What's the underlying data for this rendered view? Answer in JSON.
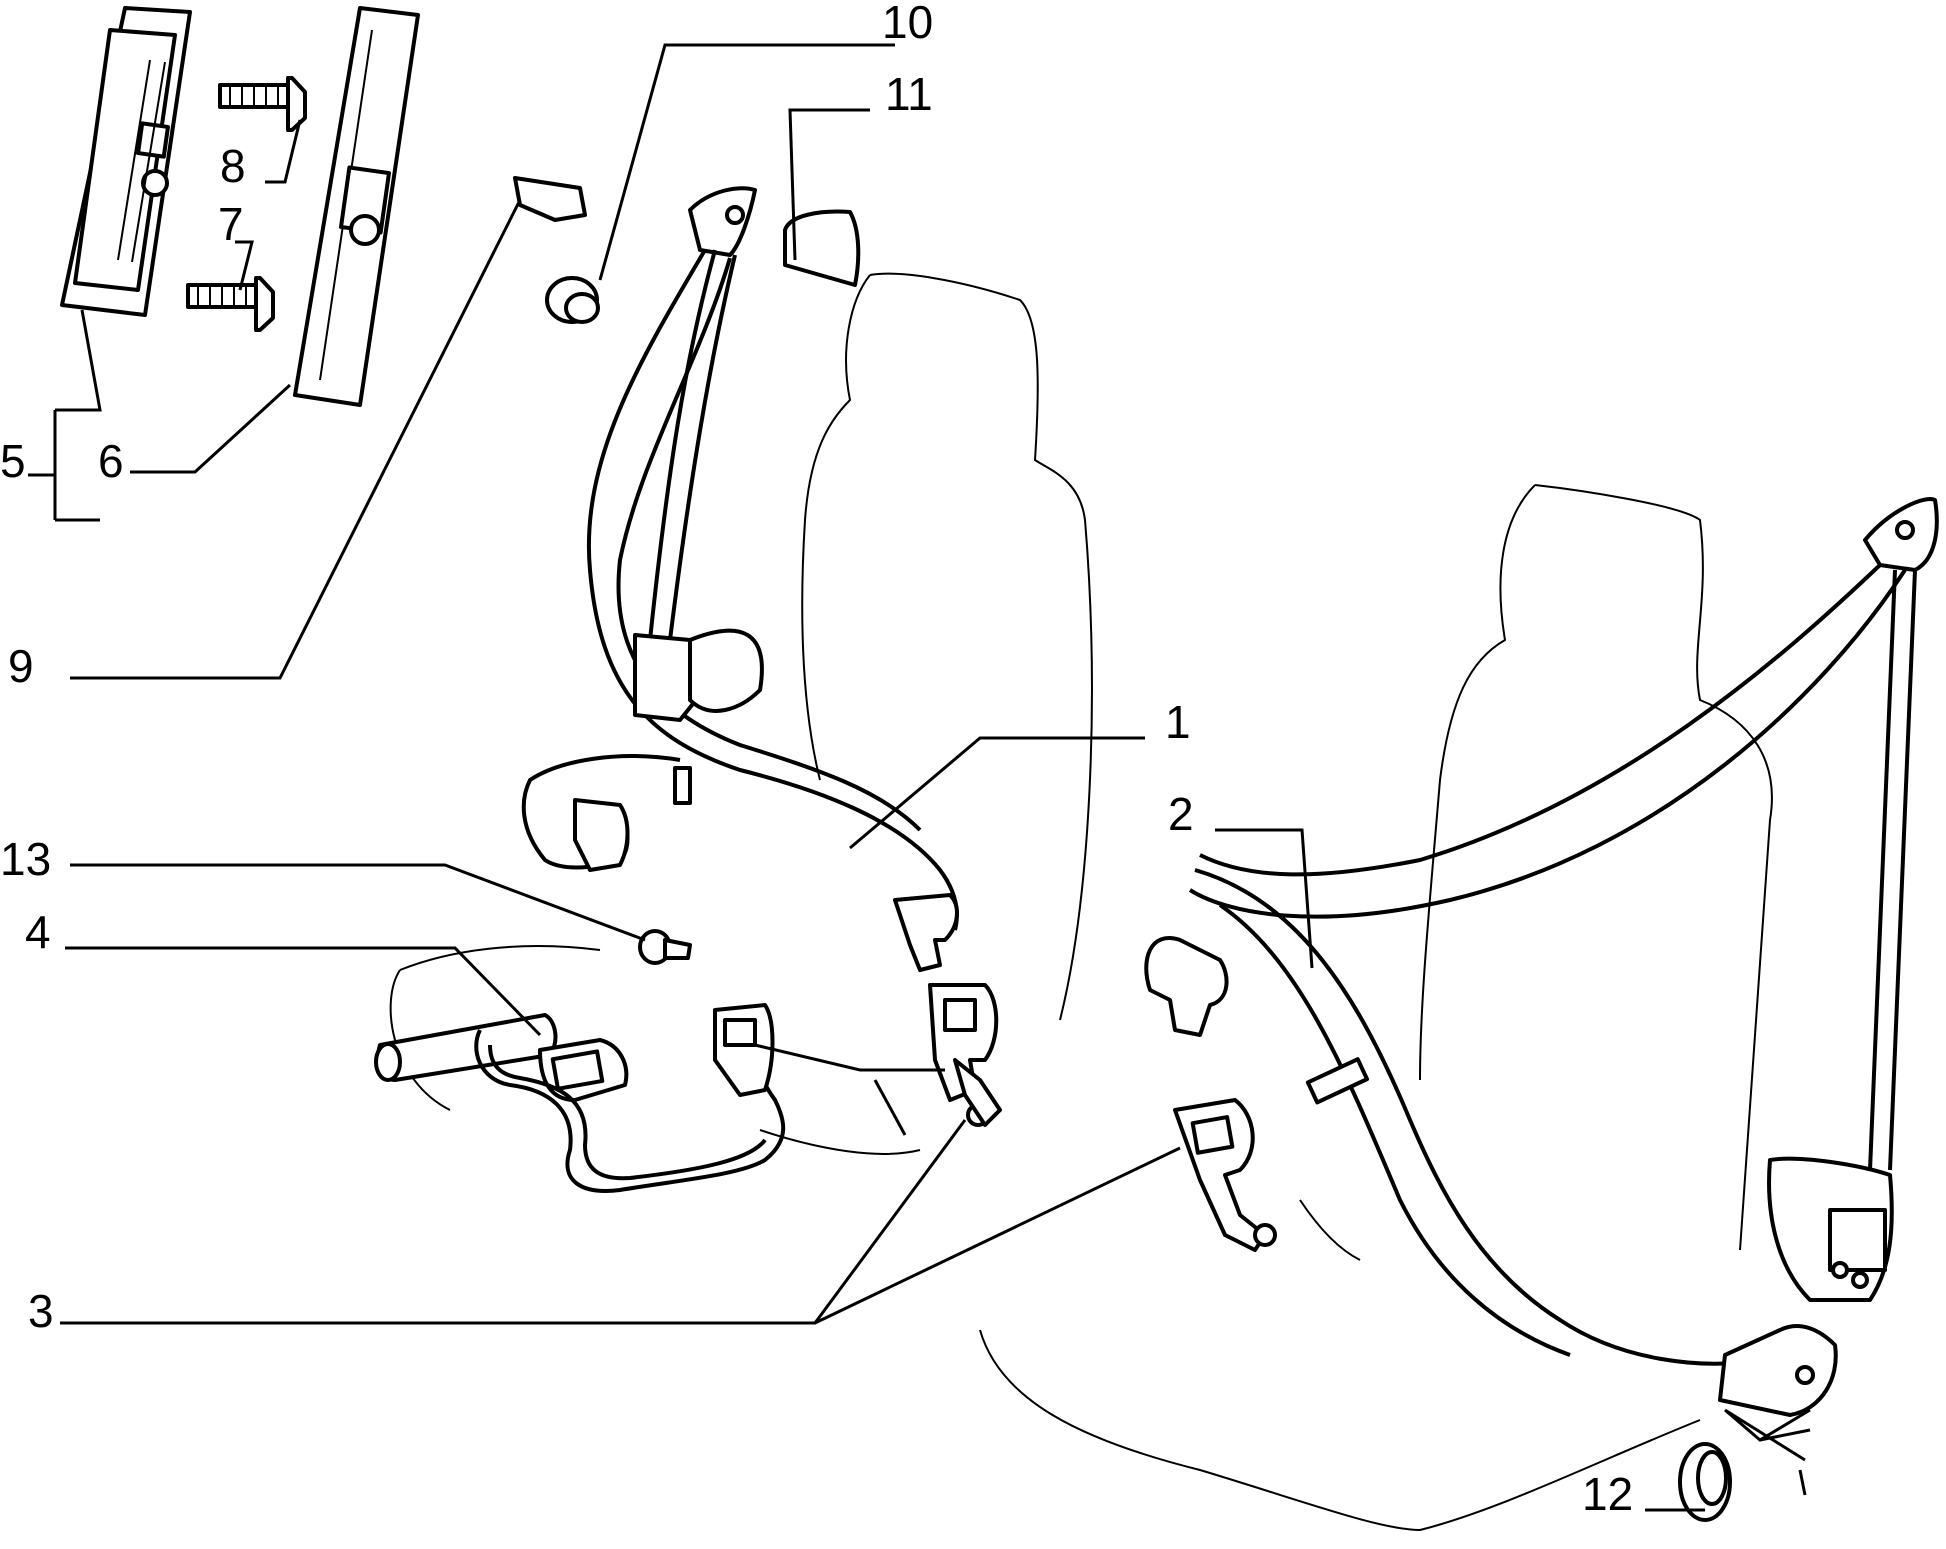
{
  "callouts": {
    "1": "1",
    "2": "2",
    "3": "3",
    "4": "4",
    "5": "5",
    "6": "6",
    "7": "7",
    "8": "8",
    "9": "9",
    "10": "10",
    "11": "11",
    "12": "12",
    "13": "13"
  }
}
